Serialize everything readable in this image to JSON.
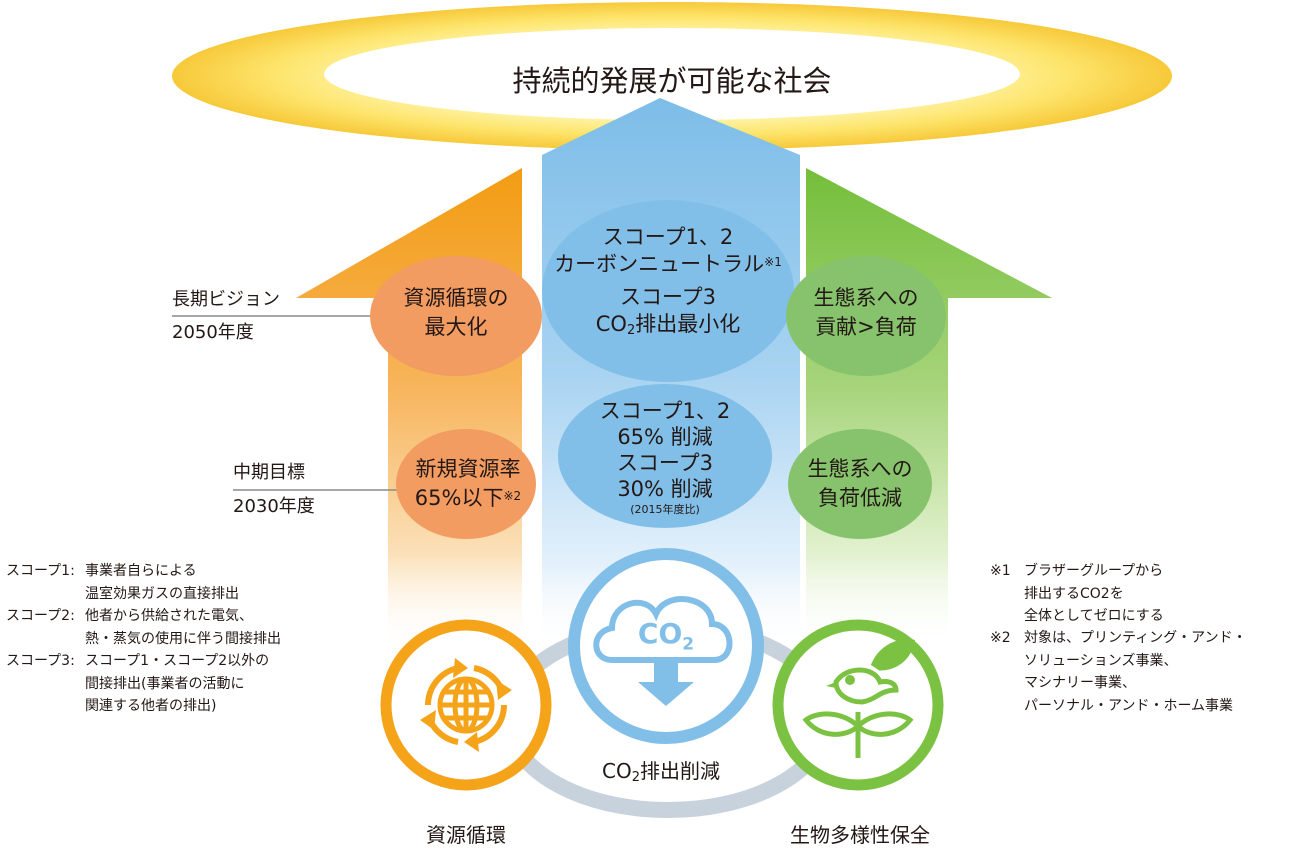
{
  "title": "持続的発展が可能な社会",
  "horizons": {
    "long_term": {
      "label": "長期ビジョン",
      "year": "2050年度"
    },
    "mid_term": {
      "label": "中期目標",
      "year": "2030年度"
    }
  },
  "pillars": {
    "resource": {
      "name": "資源循環",
      "long_term_line1": "資源循環の",
      "long_term_line2": "最大化",
      "mid_term_line1": "新規資源率",
      "mid_term_line2": "65%以下",
      "mid_term_note_mark": "※2",
      "icon": "globe-recycle-icon",
      "color": "#f5a319"
    },
    "co2": {
      "name_prefix": "CO",
      "name_sub": "2",
      "name_suffix": "排出削減",
      "long_term_line1": "スコープ1、2",
      "long_term_line2": "カーボンニュートラル",
      "long_term_note_mark": "※1",
      "long_term_line3": "スコープ3",
      "long_term_line4_prefix": "CO",
      "long_term_line4_sub": "2",
      "long_term_line4_suffix": "排出最小化",
      "mid_term_line1": "スコープ1、2",
      "mid_term_line2": "65% 削減",
      "mid_term_line3": "スコープ3",
      "mid_term_line4": "30% 削減",
      "mid_term_line5": "(2015年度比)",
      "icon": "co2-cloud-icon",
      "icon_text_prefix": "CO",
      "icon_text_sub": "2",
      "color": "#82bfe8"
    },
    "biodiversity": {
      "name": "生物多様性保全",
      "long_term_line1": "生態系への",
      "long_term_line2": "貢献>負荷",
      "mid_term_line1": "生態系への",
      "mid_term_line2": "負荷低減",
      "icon": "bird-sprout-icon",
      "color": "#7cc242"
    }
  },
  "scope_notes": [
    {
      "label": "スコープ1:",
      "lines": [
        "事業者自らによる",
        "温室効果ガスの直接排出"
      ]
    },
    {
      "label": "スコープ2:",
      "lines": [
        "他者から供給された電気、",
        "熱・蒸気の使用に伴う間接排出"
      ]
    },
    {
      "label": "スコープ3:",
      "lines": [
        "スコープ1・スコープ2以外の",
        "間接排出(事業者の活動に",
        "関連する他者の排出)"
      ]
    }
  ],
  "footnotes": [
    {
      "mark": "※1",
      "lines": [
        "ブラザーグループから",
        "排出するCO2を",
        "全体としてゼロにする"
      ]
    },
    {
      "mark": "※2",
      "lines": [
        "対象は、プリンティング・アンド・",
        "ソリューションズ事業、",
        "マシナリー事業、",
        "パーソナル・アンド・ホーム事業"
      ]
    }
  ]
}
